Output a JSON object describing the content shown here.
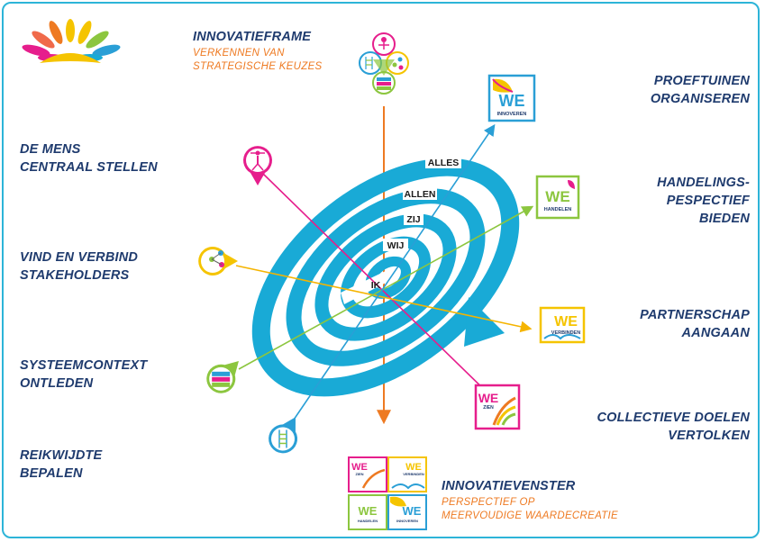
{
  "top": {
    "title": "INNOVATIEFRAME",
    "subtitle_lines": [
      "VERKENNEN VAN",
      "STRATEGISCHE KEUZES"
    ]
  },
  "bottom": {
    "title": "INNOVATIEVENSTER",
    "subtitle_lines": [
      "PERSPECTIEF OP",
      "MEERVOUDIGE WAARDECREATIE"
    ]
  },
  "left_labels": [
    {
      "lines": [
        "DE MENS",
        "CENTRAAL STELLEN"
      ]
    },
    {
      "lines": [
        "VIND EN VERBIND",
        "STAKEHOLDERS"
      ]
    },
    {
      "lines": [
        "SYSTEEMCONTEXT",
        "ONTLEDEN"
      ]
    },
    {
      "lines": [
        "REIKWIJDTE",
        "BEPALEN"
      ]
    }
  ],
  "right_labels": [
    {
      "lines": [
        "PROEFTUINEN",
        "ORGANISEREN"
      ]
    },
    {
      "lines": [
        "HANDELINGS-",
        "PESPECTIEF",
        "BIEDEN"
      ]
    },
    {
      "lines": [
        "PARTNERSCHAP",
        "AANGAAN"
      ]
    },
    {
      "lines": [
        "COLLECTIEVE DOELEN",
        "VERTOLKEN"
      ]
    }
  ],
  "spiral_rings": [
    "ALLES",
    "ALLEN",
    "ZIJ",
    "WIJ",
    "IK"
  ],
  "we_tiles": {
    "word": "WE",
    "innoveren": "INNOVEREN",
    "handelen": "HANDELEN",
    "verbinden": "VERBINDEN",
    "zien": "ZIEN"
  },
  "colors": {
    "frame": "#2db4d8",
    "spiral": "#19aad6",
    "label_text": "#1f3b6e",
    "subtitle_text": "#ee7a22",
    "magenta": "#e61e8c",
    "yellow": "#f5c400",
    "green": "#8cc63f",
    "blue": "#2a9fd6",
    "orange": "#ee7a22"
  },
  "icons": [
    "flower-logo-icon",
    "person-icon",
    "network-icon",
    "stack-icon",
    "ladder-icon"
  ]
}
